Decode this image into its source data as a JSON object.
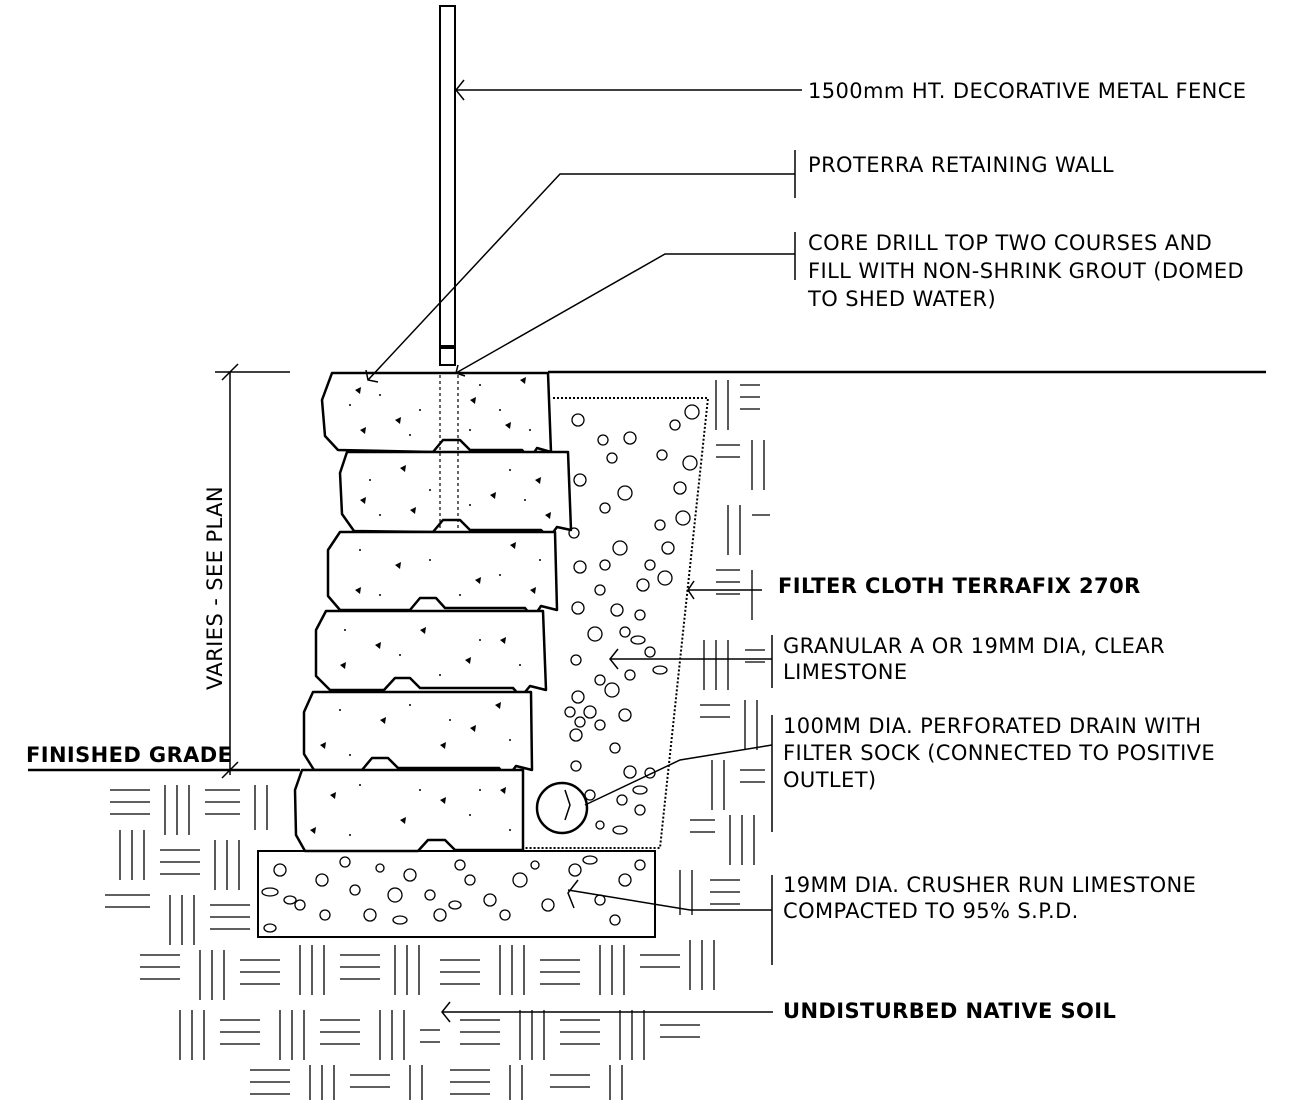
{
  "labels": {
    "fence": "1500mm HT. DECORATIVE METAL FENCE",
    "wall": "PROTERRA RETAINING WALL",
    "core_drill_1": "CORE DRILL TOP TWO COURSES AND",
    "core_drill_2": "FILL WITH NON-SHRINK GROUT (DOMED",
    "core_drill_3": "TO SHED WATER)",
    "filter_cloth": "FILTER CLOTH TERRAFIX 270R",
    "granular_1": "GRANULAR A OR 19MM DIA, CLEAR",
    "granular_2": "LIMESTONE",
    "drain_1": "100MM DIA. PERFORATED DRAIN WITH",
    "drain_2": "FILTER SOCK (CONNECTED TO POSITIVE",
    "drain_3": "OUTLET)",
    "crusher_1": "19MM DIA. CRUSHER RUN LIMESTONE",
    "crusher_2": "COMPACTED TO 95% S.P.D.",
    "native_soil": "UNDISTURBED NATIVE SOIL",
    "finished_grade": "FINISHED GRADE",
    "height_dim": "VARIES - SEE PLAN"
  }
}
